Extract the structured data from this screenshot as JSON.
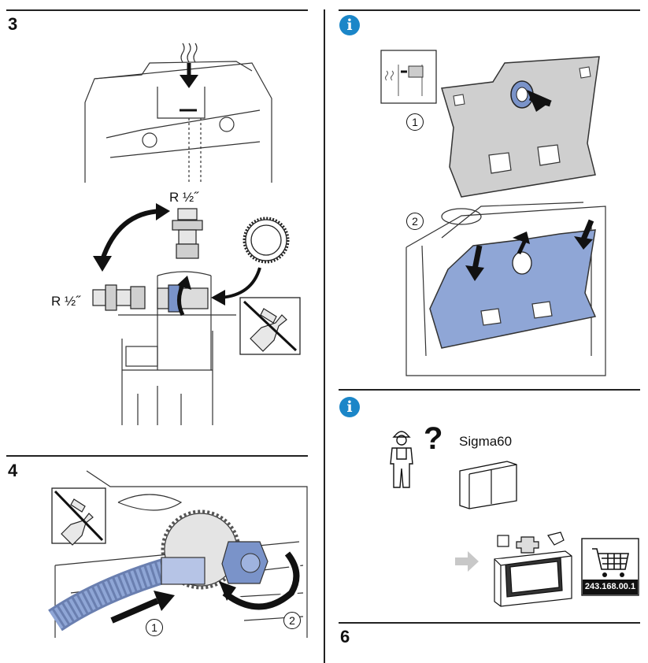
{
  "steps": {
    "step3": "3",
    "step4": "4",
    "step6": "6"
  },
  "info_icon": "i",
  "labels": {
    "thread_top": "R ½˝",
    "thread_left": "R ½˝",
    "product_name": "Sigma60",
    "article_number": "243.168.00.1"
  },
  "callouts": {
    "one": "1",
    "two": "2"
  },
  "colors": {
    "info_blue": "#1b86c8",
    "part_blue": "#7a93c9",
    "hose_blue": "#8fa6d6",
    "arrow_gray": "#c8c8c8"
  },
  "icons": [
    "info-icon",
    "no-wrench-icon",
    "installer-icon",
    "question-mark-icon",
    "shopping-cart-icon"
  ]
}
